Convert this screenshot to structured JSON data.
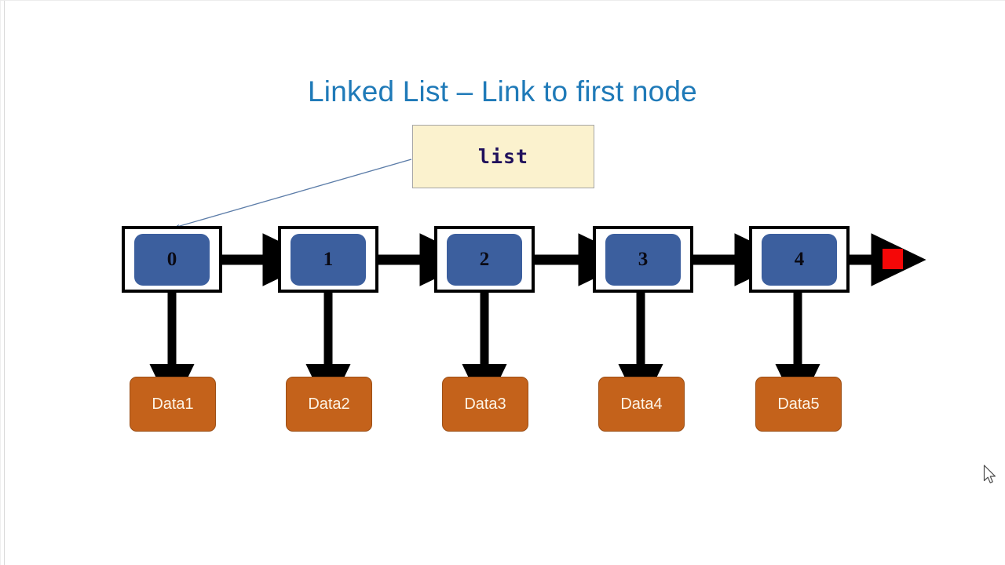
{
  "slide": {
    "title": "Linked List – Link to first node",
    "title_color": "#1f7ab8",
    "background_color": "#ffffff"
  },
  "pointer_box": {
    "label": "list",
    "fill_color": "#fbf2ce",
    "border_color": "#a6a6a6",
    "text_color": "#20115c"
  },
  "nodes": [
    {
      "index": "0",
      "data": "Data1"
    },
    {
      "index": "1",
      "data": "Data2"
    },
    {
      "index": "2",
      "data": "Data3"
    },
    {
      "index": "3",
      "data": "Data4"
    },
    {
      "index": "4",
      "data": "Data5"
    }
  ],
  "colors": {
    "node_fill": "#3c5f9e",
    "node_border": "#000000",
    "node_text": "#0a0a14",
    "data_fill": "#c4621b",
    "data_border": "#9c4f16",
    "data_text": "#fdf4e6",
    "terminator": "#f50707",
    "arrow": "#000000",
    "pointer_line": "#5b7ca8"
  },
  "terminator": {
    "name": "null-terminator"
  },
  "cursor": {
    "name": "mouse-pointer"
  }
}
